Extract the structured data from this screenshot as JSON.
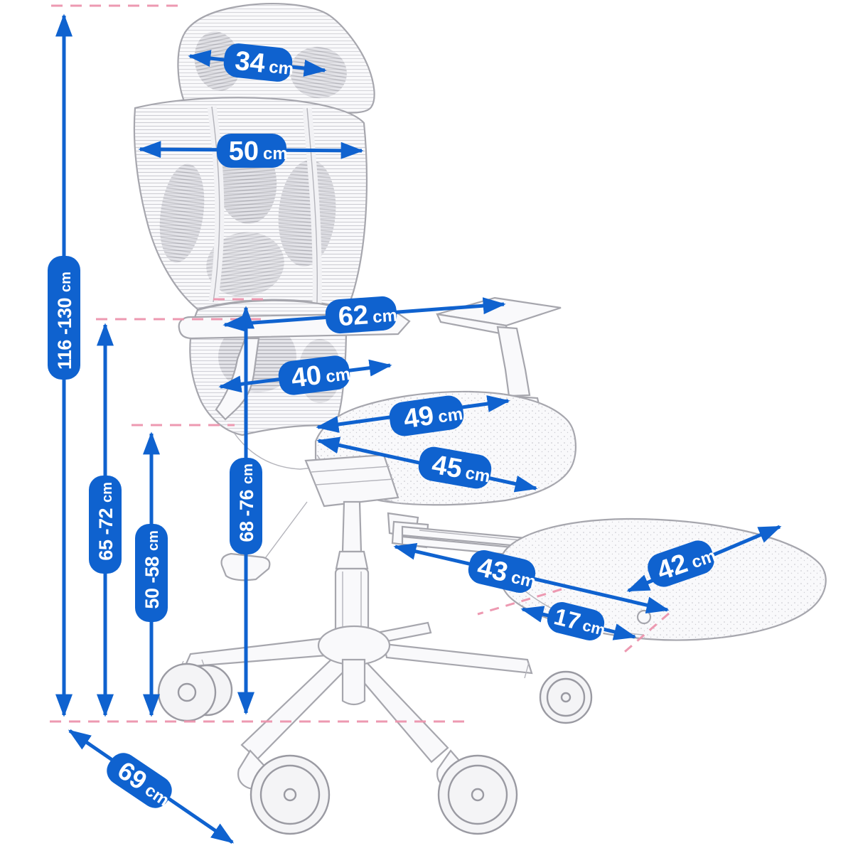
{
  "title": "Ergonomic office chair with footrest - dimensions diagram",
  "unit_default": "cm",
  "colors": {
    "dimension_blue": "#0f62cf",
    "reference_line_pink": "#ec93ad",
    "sketch_gray": "#a6a6ad",
    "background": "#ffffff",
    "label_text": "#ffffff"
  },
  "dimensions": {
    "headrest_width": {
      "value": "34",
      "unit": "cm"
    },
    "backrest_width": {
      "value": "50",
      "unit": "cm"
    },
    "width_with_armrests": {
      "value": "62",
      "unit": "cm"
    },
    "backrest_lower_width": {
      "value": "40",
      "unit": "cm"
    },
    "seat_depth": {
      "value": "49",
      "unit": "cm"
    },
    "seat_width": {
      "value": "45",
      "unit": "cm"
    },
    "total_height": {
      "value": "116 -130",
      "unit": "cm"
    },
    "armrest_height": {
      "value": "65 -72",
      "unit": "cm"
    },
    "seat_height": {
      "value": "50 -58",
      "unit": "cm"
    },
    "backrest_top_height": {
      "value": "68 -76",
      "unit": "cm"
    },
    "footrest_rail_length": {
      "value": "43",
      "unit": "cm"
    },
    "footrest_length": {
      "value": "42",
      "unit": "cm"
    },
    "footrest_width": {
      "value": "17",
      "unit": "cm"
    },
    "base_width": {
      "value": "69",
      "unit": "cm"
    }
  }
}
